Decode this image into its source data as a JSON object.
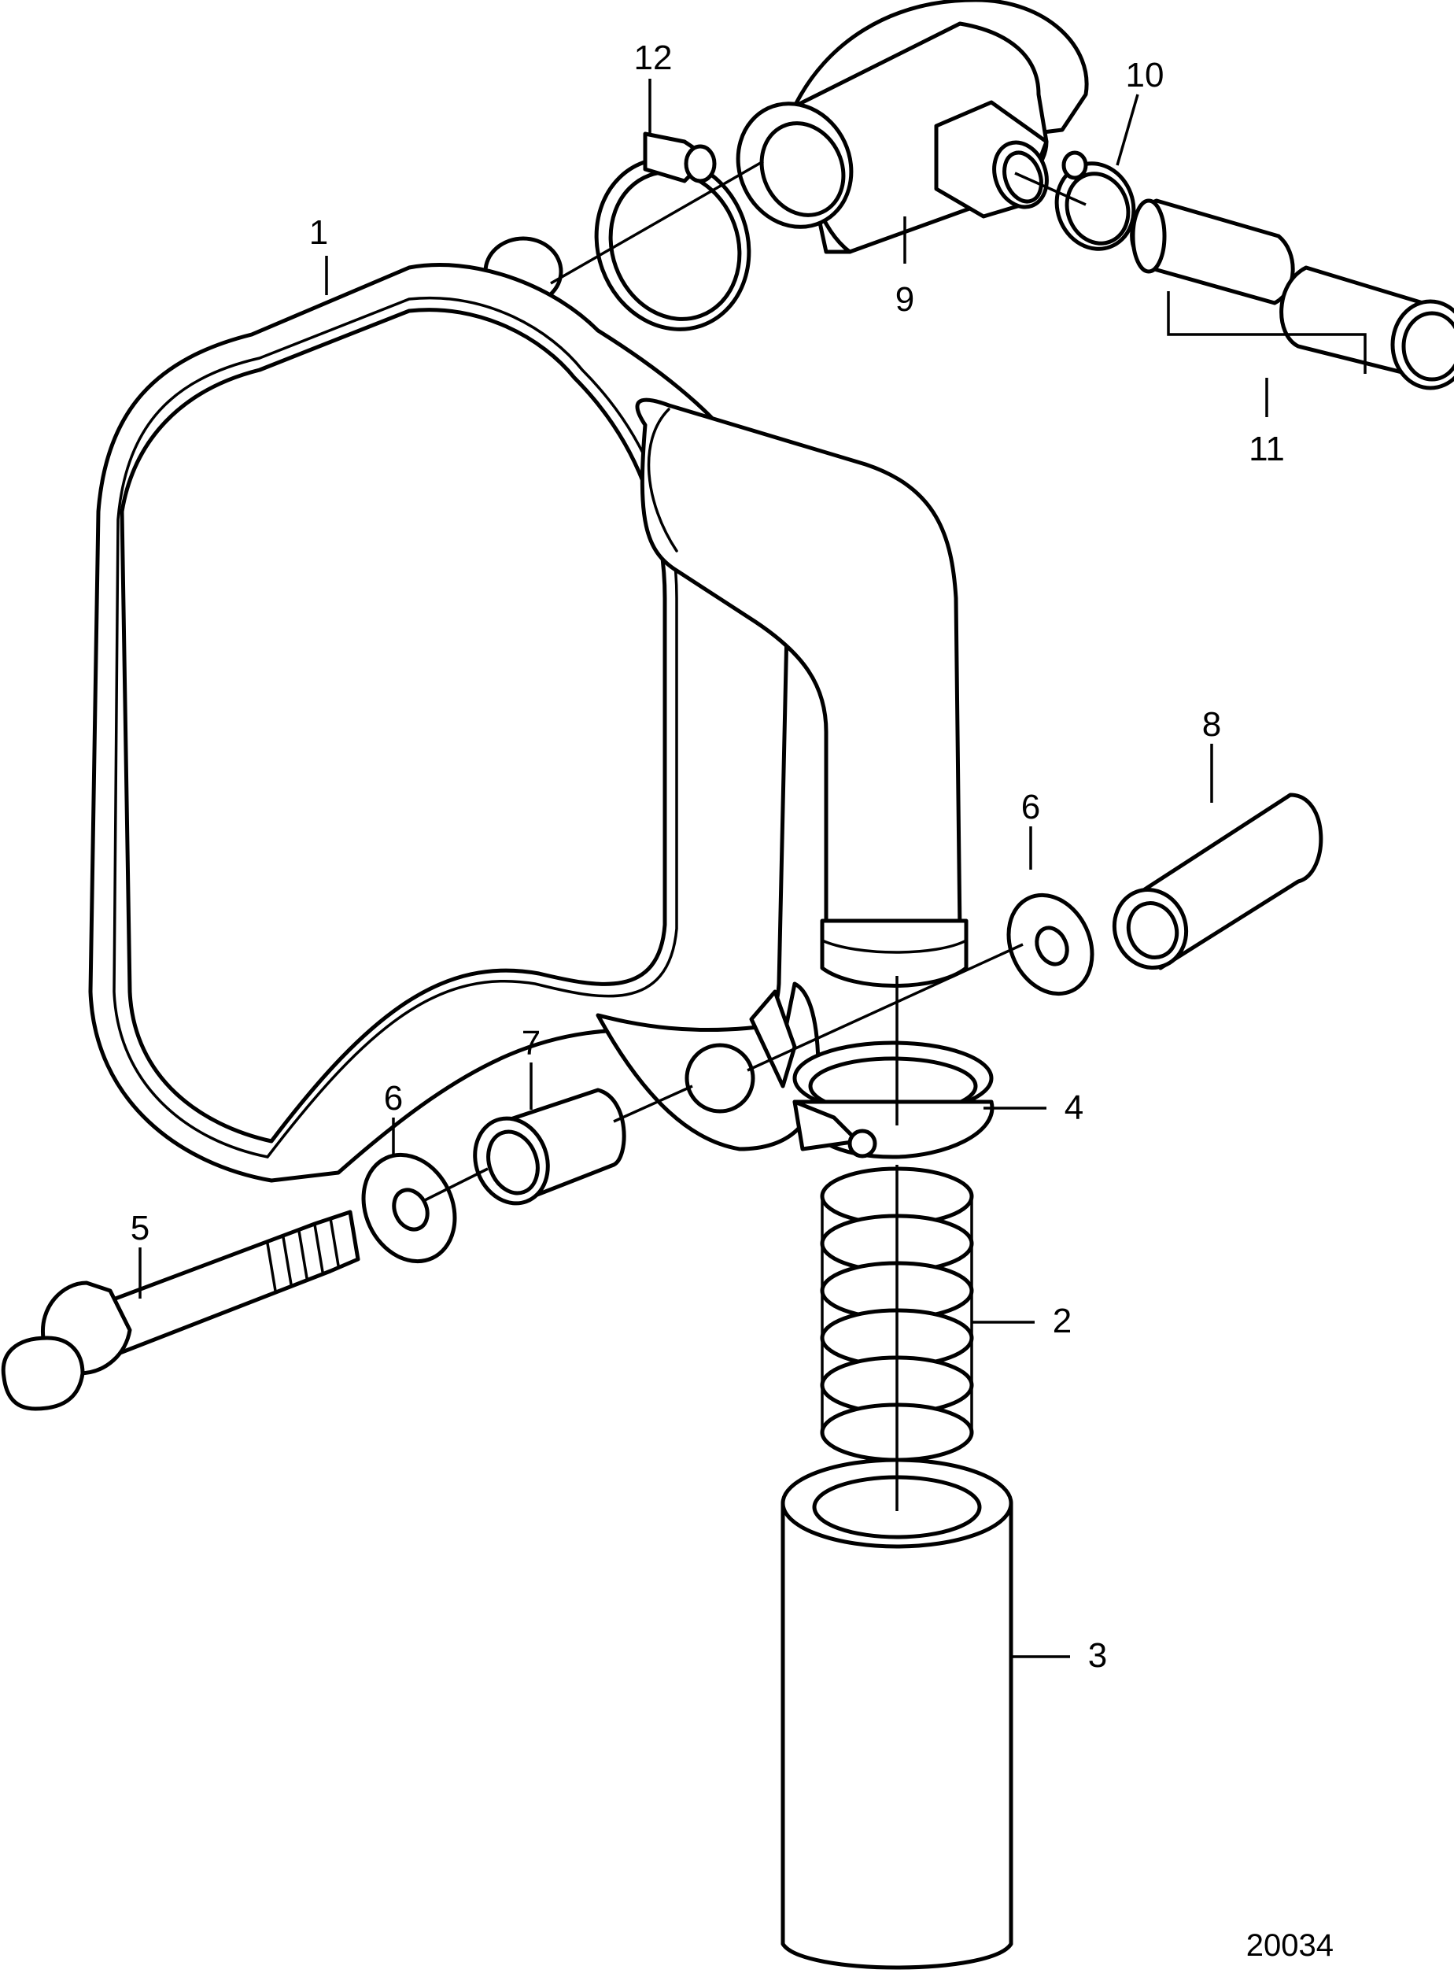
{
  "figure_number": "20034",
  "callouts": [
    {
      "id": "1",
      "label": "1"
    },
    {
      "id": "2",
      "label": "2"
    },
    {
      "id": "3",
      "label": "3"
    },
    {
      "id": "4",
      "label": "4"
    },
    {
      "id": "5",
      "label": "5"
    },
    {
      "id": "6a",
      "label": "6"
    },
    {
      "id": "6b",
      "label": "6"
    },
    {
      "id": "7",
      "label": "7"
    },
    {
      "id": "8",
      "label": "8"
    },
    {
      "id": "9",
      "label": "9"
    },
    {
      "id": "10",
      "label": "10"
    },
    {
      "id": "11",
      "label": "11"
    },
    {
      "id": "12",
      "label": "12"
    }
  ]
}
